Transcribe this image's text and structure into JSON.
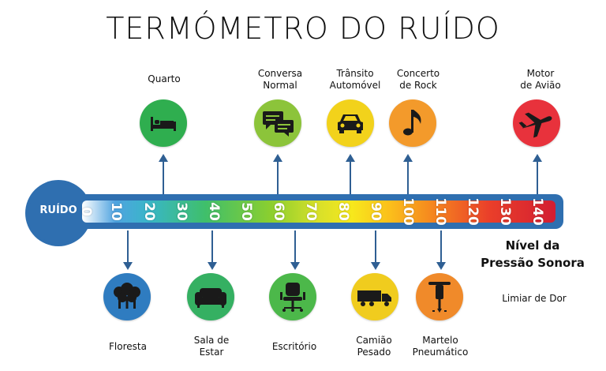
{
  "title": "TERMÓMETRO DO RUÍDO",
  "thermometer": {
    "bulb_label": "RUÍDO",
    "ticks": [
      "0",
      "10",
      "20",
      "30",
      "40",
      "50",
      "60",
      "70",
      "80",
      "90",
      "100",
      "110",
      "120",
      "130",
      "140"
    ]
  },
  "top_items": [
    {
      "lines": [
        "Quarto"
      ],
      "icon": "bed-icon",
      "color": "#2fae4f"
    },
    {
      "lines": [
        "Conversa",
        "Normal"
      ],
      "icon": "speech-bubbles-icon",
      "color": "#8cc43a"
    },
    {
      "lines": [
        "Trânsito",
        "Automóvel"
      ],
      "icon": "car-icon",
      "color": "#f2d21b"
    },
    {
      "lines": [
        "Concerto",
        "de Rock"
      ],
      "icon": "music-note-icon",
      "color": "#f39a2b"
    },
    {
      "lines": [
        "Motor",
        "de Avião"
      ],
      "icon": "airplane-icon",
      "color": "#e8323c"
    }
  ],
  "bottom_items": [
    {
      "lines": [
        "Floresta"
      ],
      "icon": "trees-icon",
      "color": "#2f7cc0"
    },
    {
      "lines": [
        "Sala de",
        "Estar"
      ],
      "icon": "sofa-icon",
      "color": "#35b062"
    },
    {
      "lines": [
        "Escritório"
      ],
      "icon": "office-chair-icon",
      "color": "#4cb84a"
    },
    {
      "lines": [
        "Camião",
        "Pesado"
      ],
      "icon": "truck-icon",
      "color": "#f0cc1e"
    },
    {
      "lines": [
        "Martelo",
        "Pneumático"
      ],
      "icon": "jackhammer-icon",
      "color": "#f08a2a"
    }
  ],
  "axis_label": {
    "line1": "Nível da",
    "line2": "Pressão Sonora"
  },
  "pain_threshold": "Limiar de Dor"
}
